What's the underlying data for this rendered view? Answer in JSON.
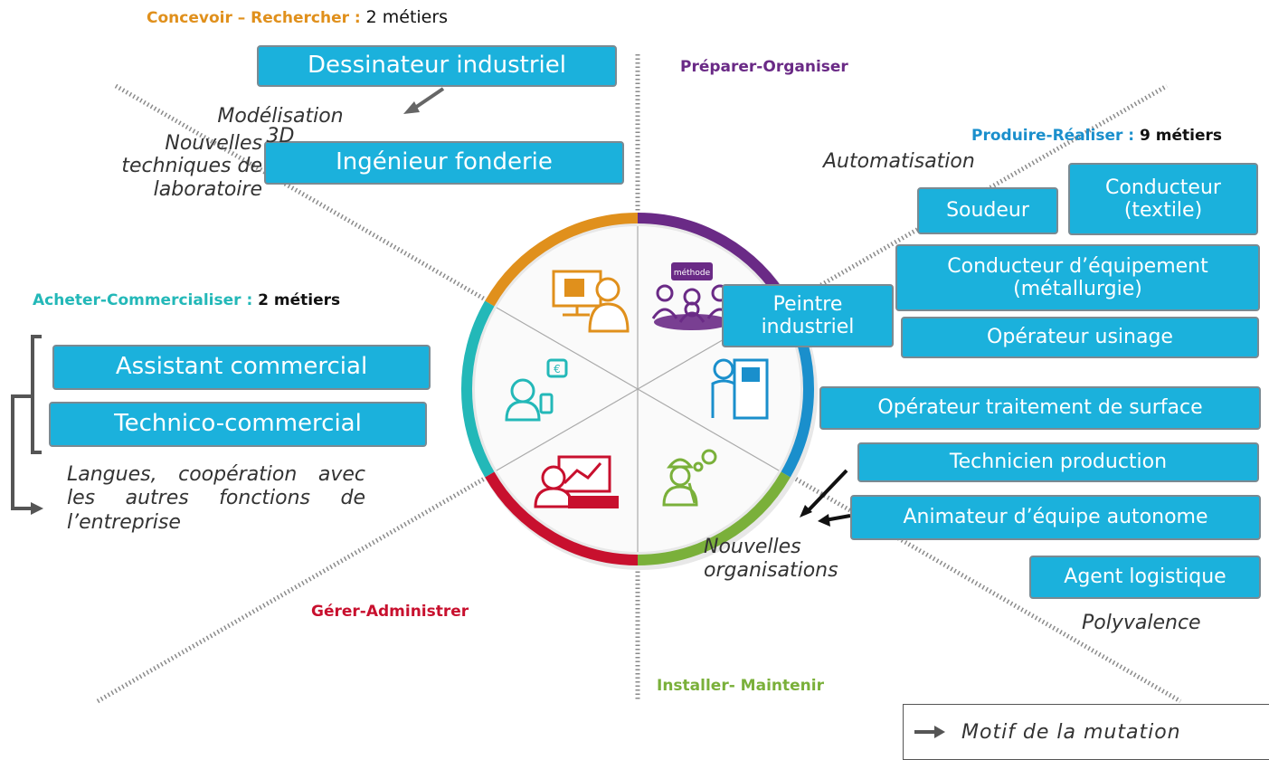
{
  "domains": {
    "concevoir": {
      "label": "Concevoir – Rechercher :",
      "count": "2  métiers",
      "color": "#e0901c"
    },
    "preparer": {
      "label": "Préparer-Organiser",
      "color": "#6a2a86"
    },
    "produire": {
      "label": "Produire-Réaliser :",
      "count": "9 métiers",
      "color": "#1a8fcc"
    },
    "acheter": {
      "label": "Acheter-Commercialiser :",
      "count": "2 métiers",
      "color": "#23b8b8"
    },
    "gerer": {
      "label": "Gérer-Administrer",
      "color": "#c8102e"
    },
    "installer": {
      "label": "Installer- Maintenir",
      "color": "#7ab03a"
    }
  },
  "jobs": {
    "dessinateur": "Dessinateur industriel",
    "ingenieur": "Ingénieur fonderie",
    "assistant": "Assistant commercial",
    "technico": "Technico-commercial",
    "soudeur": "Soudeur",
    "conducteur_textile": "Conducteur (textile)",
    "conducteur_equipement": "Conducteur d’équipement (métallurgie)",
    "peintre": "Peintre industriel",
    "operateur_usinage": "Opérateur usinage",
    "operateur_surface": "Opérateur traitement de surface",
    "technicien": "Technicien production",
    "animateur": "Animateur d’équipe autonome",
    "agent": "Agent logistique"
  },
  "notes": {
    "modelisation": "Modélisation 3D",
    "labo": "Nouvelles techniques de laboratoire",
    "automatisation": "Automatisation",
    "langues": "Langues, coopération avec les autres fonctions de l’entreprise",
    "organisations": "Nouvelles organisations",
    "polyvalence": "Polyvalence"
  },
  "icons": {
    "methode_bubble": "méthode",
    "euro": "€"
  },
  "legend": {
    "label": "Motif de la mutation"
  }
}
